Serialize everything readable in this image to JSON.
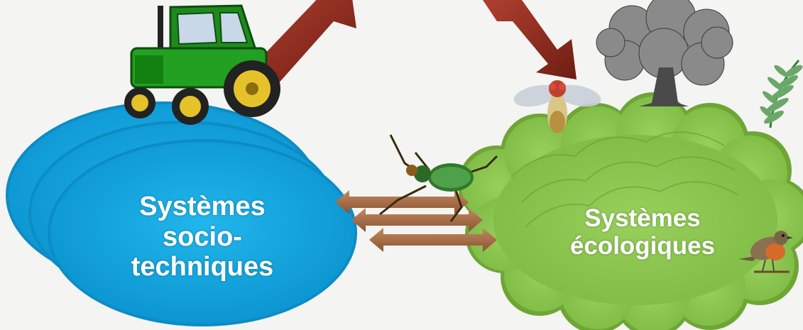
{
  "colors": {
    "background": "#f4f4f2",
    "socio_blob": "#12a8e0",
    "socio_blob_dark": "#0a86bf",
    "eco_cloud": "#8cc64e",
    "eco_cloud_dark": "#73ad3a",
    "arrow_red": "#8e2a1c",
    "arrow_brown": "#a66a44",
    "label_text": "#ffffff"
  },
  "icons": [
    "tractor-icon",
    "beetle-icon",
    "fly-icon",
    "tree-icon",
    "fern-icon",
    "bird-icon"
  ],
  "socio_system": {
    "line1": "Systèmes",
    "line2": "socio-",
    "line3": "techniques"
  },
  "eco_system": {
    "line1": "Systèmes",
    "line2": "écologiques"
  }
}
